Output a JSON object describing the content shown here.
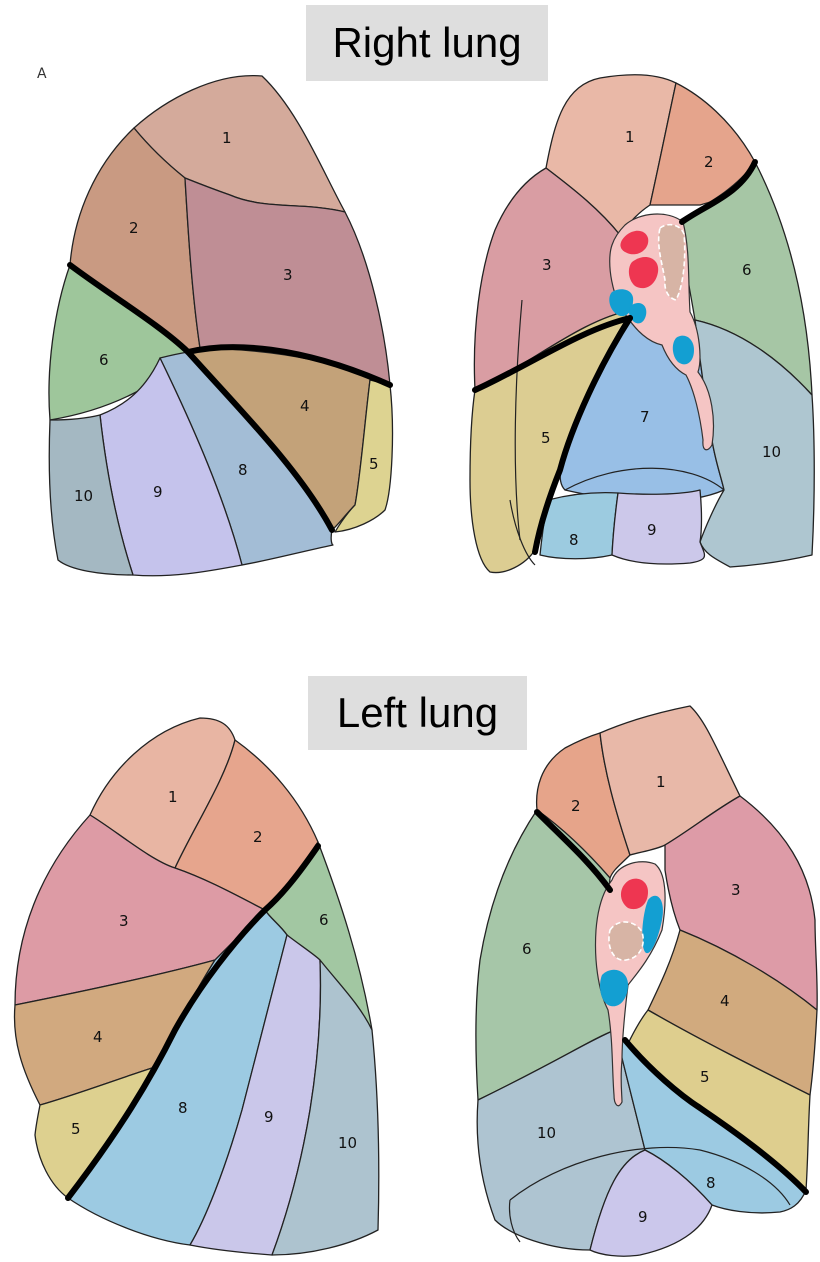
{
  "titles": {
    "right_lung": "Right lung",
    "left_lung": "Left lung"
  },
  "panel_letter": "A",
  "right_lateral": {
    "seg1": "1",
    "seg2": "2",
    "seg3": "3",
    "seg4": "4",
    "seg5": "5",
    "seg6": "6",
    "seg8": "8",
    "seg9": "9",
    "seg10": "10"
  },
  "right_medial": {
    "seg1": "1",
    "seg2": "2",
    "seg3": "3",
    "seg5": "5",
    "seg6": "6",
    "seg7": "7",
    "seg8": "8",
    "seg9": "9",
    "seg10": "10"
  },
  "left_lateral": {
    "seg1": "1",
    "seg2": "2",
    "seg3": "3",
    "seg4": "4",
    "seg5": "5",
    "seg6": "6",
    "seg8": "8",
    "seg9": "9",
    "seg10": "10"
  },
  "left_medial": {
    "seg1": "1",
    "seg2": "2",
    "seg3": "3",
    "seg4": "4",
    "seg5": "5",
    "seg6": "6",
    "seg8": "8",
    "seg9": "9",
    "seg10": "10"
  },
  "colors": {
    "apical": "#e8b6a6",
    "posterior": "#e8a78f",
    "anterior": "#de9da4",
    "superior_lingular": "#d4a880",
    "inferior_lingular": "#ddce95",
    "superior_lower": "#a7c7a8",
    "medial_basal": "#9ac0e8",
    "anterior_basal": "#9cc9e1",
    "lateral_basal": "#c9c9ea",
    "posterior_basal": "#aec4d1",
    "hilum": "#f4c4c4",
    "artery": "#ec3550",
    "vein": "#139ed3"
  }
}
